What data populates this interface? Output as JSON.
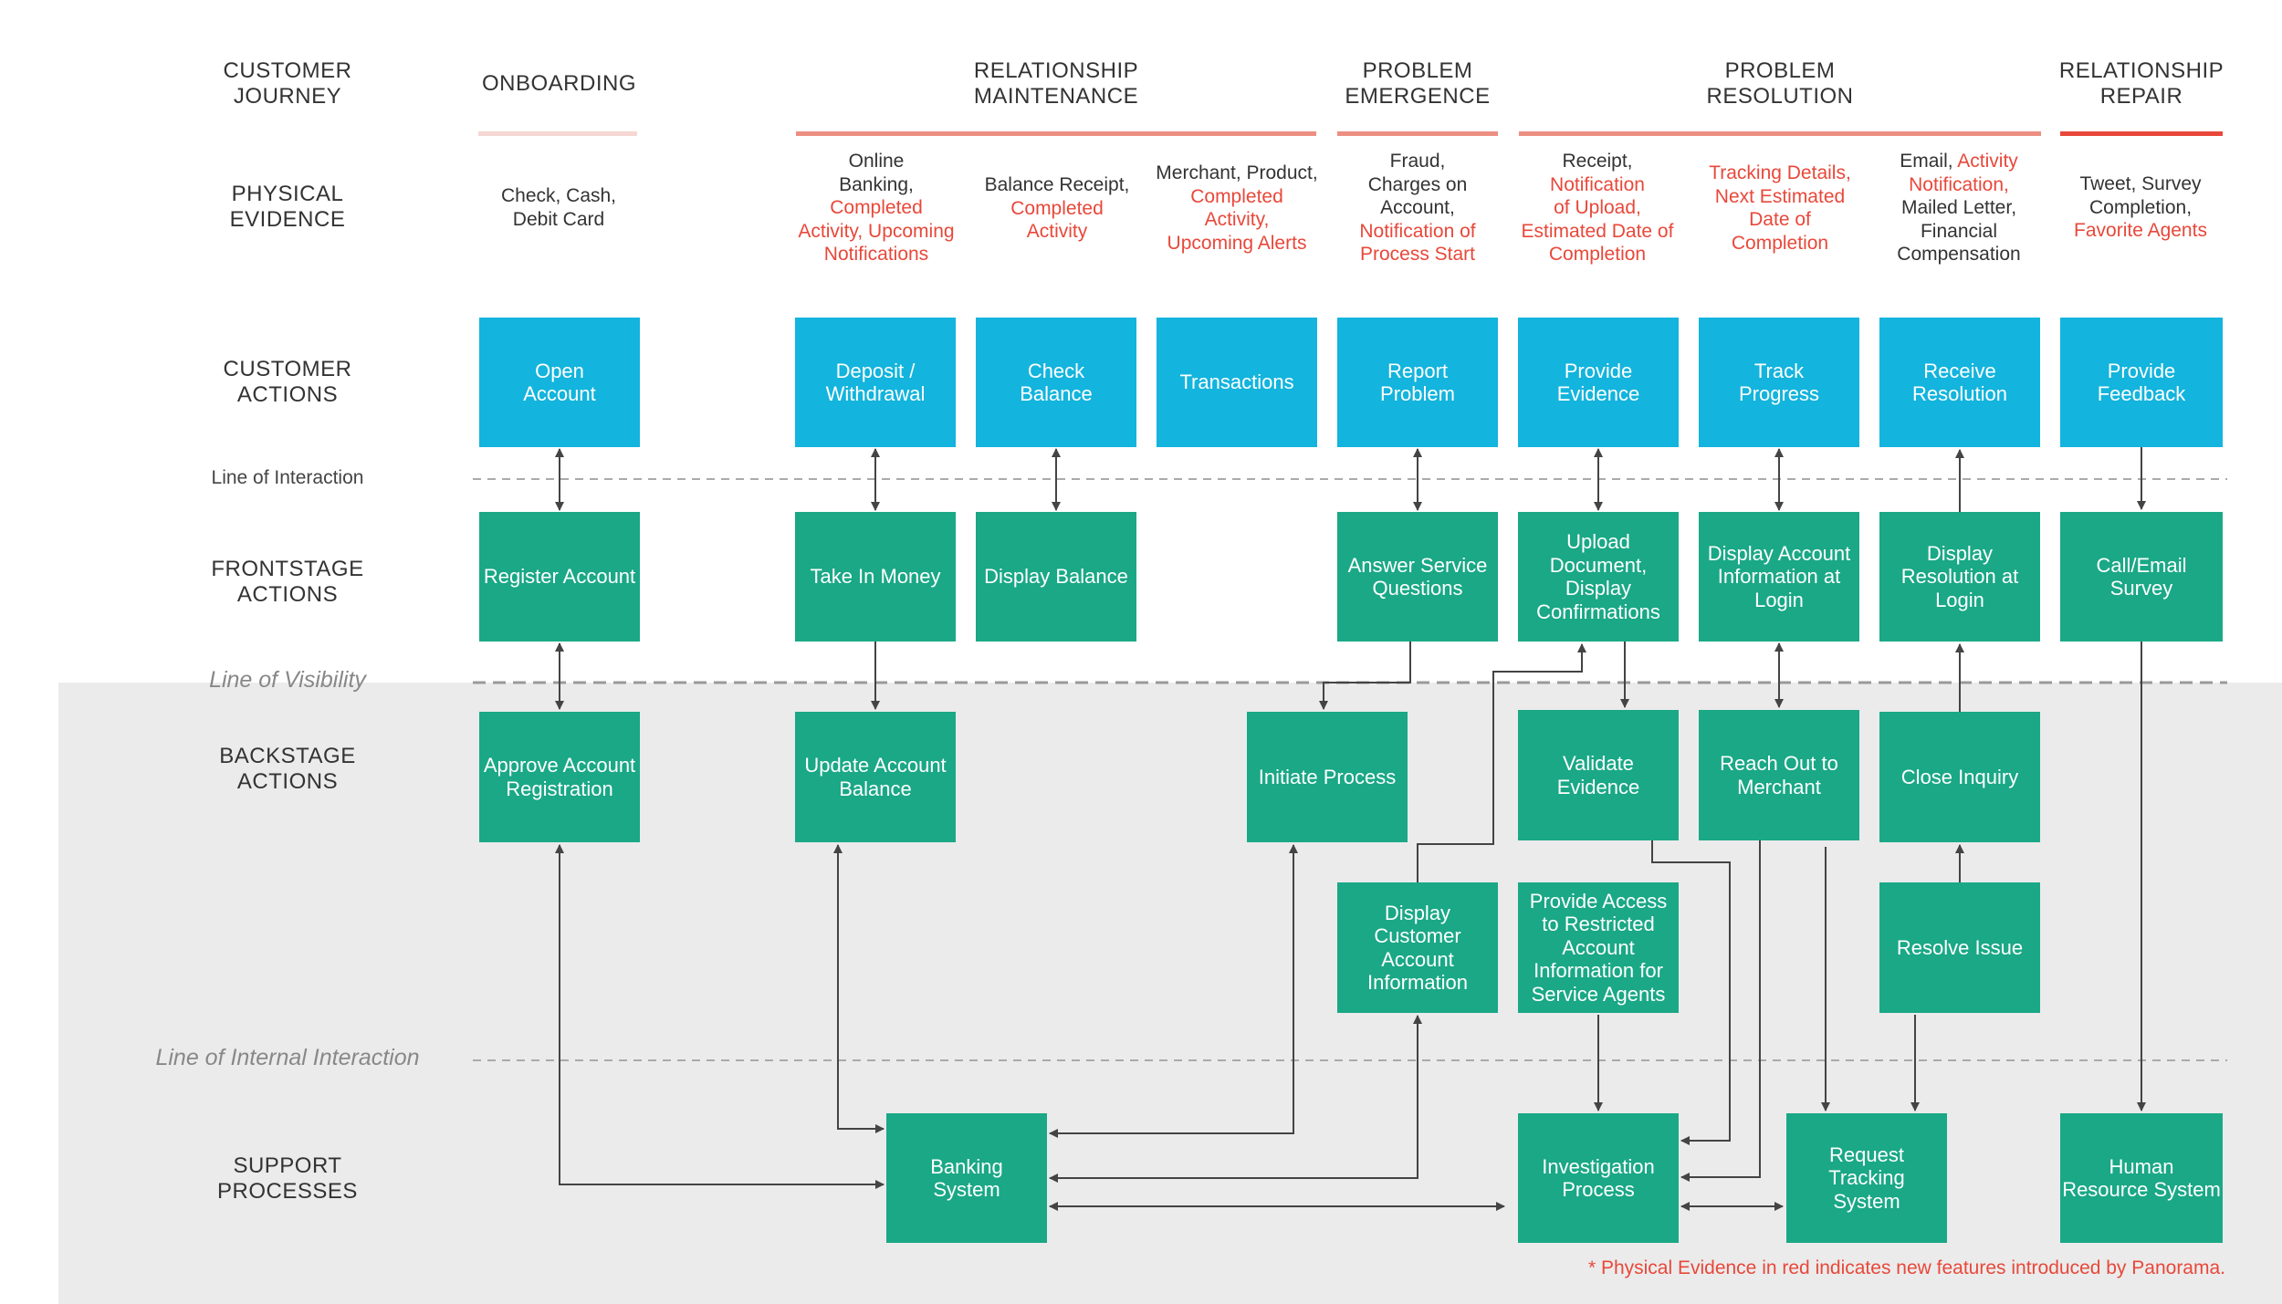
{
  "row_labels": {
    "customer_journey": "CUSTOMER\nJOURNEY",
    "physical_evidence": "PHYSICAL\nEVIDENCE",
    "customer_actions": "CUSTOMER\nACTIONS",
    "frontstage_actions": "FRONTSTAGE\nACTIONS",
    "backstage_actions": "BACKSTAGE\nACTIONS",
    "support_processes": "SUPPORT\nPROCESSES"
  },
  "lines": {
    "interaction": "Line of Interaction",
    "visibility": "Line of Visibility",
    "internal_interaction": "Line of Internal Interaction"
  },
  "phases": {
    "onboarding": "ONBOARDING",
    "relationship_maintenance": "RELATIONSHIP\nMAINTENANCE",
    "problem_emergence": "PROBLEM\nEMERGENCE",
    "problem_resolution": "PROBLEM\nRESOLUTION",
    "relationship_repair": "RELATIONSHIP\nREPAIR"
  },
  "colors": {
    "customer_box": "#13b4dd",
    "action_box": "#1aa886",
    "highlight_text": "#e8483a",
    "onboarding_bar": "#f6d7d3",
    "phase_bar": "#ec8f83",
    "repair_bar": "#e8483a",
    "backstage_band": "#ebebeb"
  },
  "evidence": {
    "onboarding": [
      "Check, Cash,",
      "Debit Card"
    ],
    "online_banking": [
      "Online",
      "Banking,",
      "Completed",
      "Activity, Upcoming",
      "Notifications"
    ],
    "balance_receipt": [
      "Balance Receipt,",
      "Completed",
      "Activity"
    ],
    "merchant": [
      "Merchant, Product,",
      "Completed",
      "Activity,",
      "Upcoming Alerts"
    ],
    "fraud": [
      "Fraud,",
      "Charges on",
      "Account,",
      "Notification of",
      "Process Start"
    ],
    "receipt": [
      "Receipt,",
      "Notification",
      "of Upload,",
      "Estimated Date of",
      "Completion"
    ],
    "tracking": [
      "Tracking Details,",
      "Next Estimated",
      "Date of",
      "Completion"
    ],
    "email": [
      "Email,",
      "Activity",
      "Notification,",
      "Mailed Letter,",
      "Financial",
      "Compensation"
    ],
    "tweet": [
      "Tweet, Survey",
      "Completion,",
      "Favorite Agents"
    ]
  },
  "customer_actions": {
    "open_account": "Open\nAccount",
    "deposit_withdrawal": "Deposit /\nWithdrawal",
    "check_balance": "Check\nBalance",
    "transactions": "Transactions",
    "report_problem": "Report\nProblem",
    "provide_evidence": "Provide\nEvidence",
    "track_progress": "Track\nProgress",
    "receive_resolution": "Receive\nResolution",
    "provide_feedback": "Provide\nFeedback"
  },
  "frontstage": {
    "register_account": "Register Account",
    "take_in_money": "Take In Money",
    "display_balance": "Display Balance",
    "answer_service_questions": "Answer Service\nQuestions",
    "upload_document": "Upload\nDocument,\nDisplay\nConfirmations",
    "display_account_info": "Display Account\nInformation at\nLogin",
    "display_resolution": "Display\nResolution at\nLogin",
    "call_email_survey": "Call/Email\nSurvey"
  },
  "backstage": {
    "approve_registration": "Approve Account\nRegistration",
    "update_balance": "Update Account\nBalance",
    "initiate_process": "Initiate Process",
    "validate_evidence": "Validate\nEvidence",
    "reach_out_merchant": "Reach Out to\nMerchant",
    "close_inquiry": "Close Inquiry",
    "display_customer_info": "Display\nCustomer\nAccount\nInformation",
    "provide_access": "Provide Access\nto Restricted\nAccount\nInformation for\nService Agents",
    "resolve_issue": "Resolve Issue"
  },
  "support": {
    "banking_system": "Banking\nSystem",
    "investigation_process": "Investigation\nProcess",
    "request_tracking": "Request\nTracking\nSystem",
    "human_resource": "Human\nResource System"
  },
  "footnote": "* Physical Evidence in red indicates new features introduced by Panorama."
}
